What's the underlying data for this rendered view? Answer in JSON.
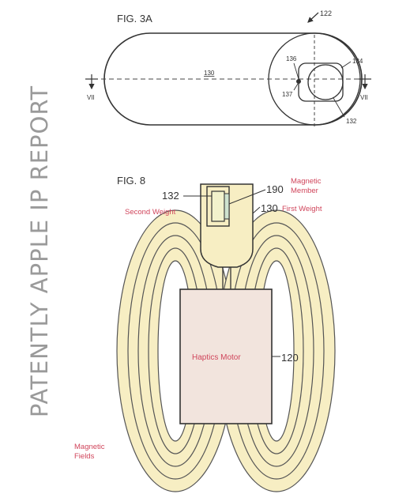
{
  "watermark": "PATENTLY APPLE IP REPORT",
  "fig3a": {
    "title": "FIG. 3A",
    "ref_device": "122",
    "ref_body": "130",
    "ref_136": "136",
    "ref_137": "137",
    "ref_134": "134",
    "ref_132": "132",
    "section_left": "VII",
    "section_right": "VII"
  },
  "fig8": {
    "title": "FIG. 8",
    "ref_magnetic_member": "190",
    "label_magnetic_member": "Magnetic\nMember",
    "ref_first_weight": "130",
    "label_first_weight": "First Weight",
    "ref_second_weight": "132",
    "label_second_weight": "Second Weight",
    "ref_motor": "120",
    "label_motor": "Haptics Motor",
    "label_fields": "Magnetic\nFields"
  },
  "colors": {
    "line": "#333333",
    "annotation": "#d0455b",
    "coil_fill": "#f7eec3",
    "weight_fill": "#f7eec3",
    "motor_fill": "#f2e4dd",
    "magnet_fill": "#f2f2cc"
  }
}
